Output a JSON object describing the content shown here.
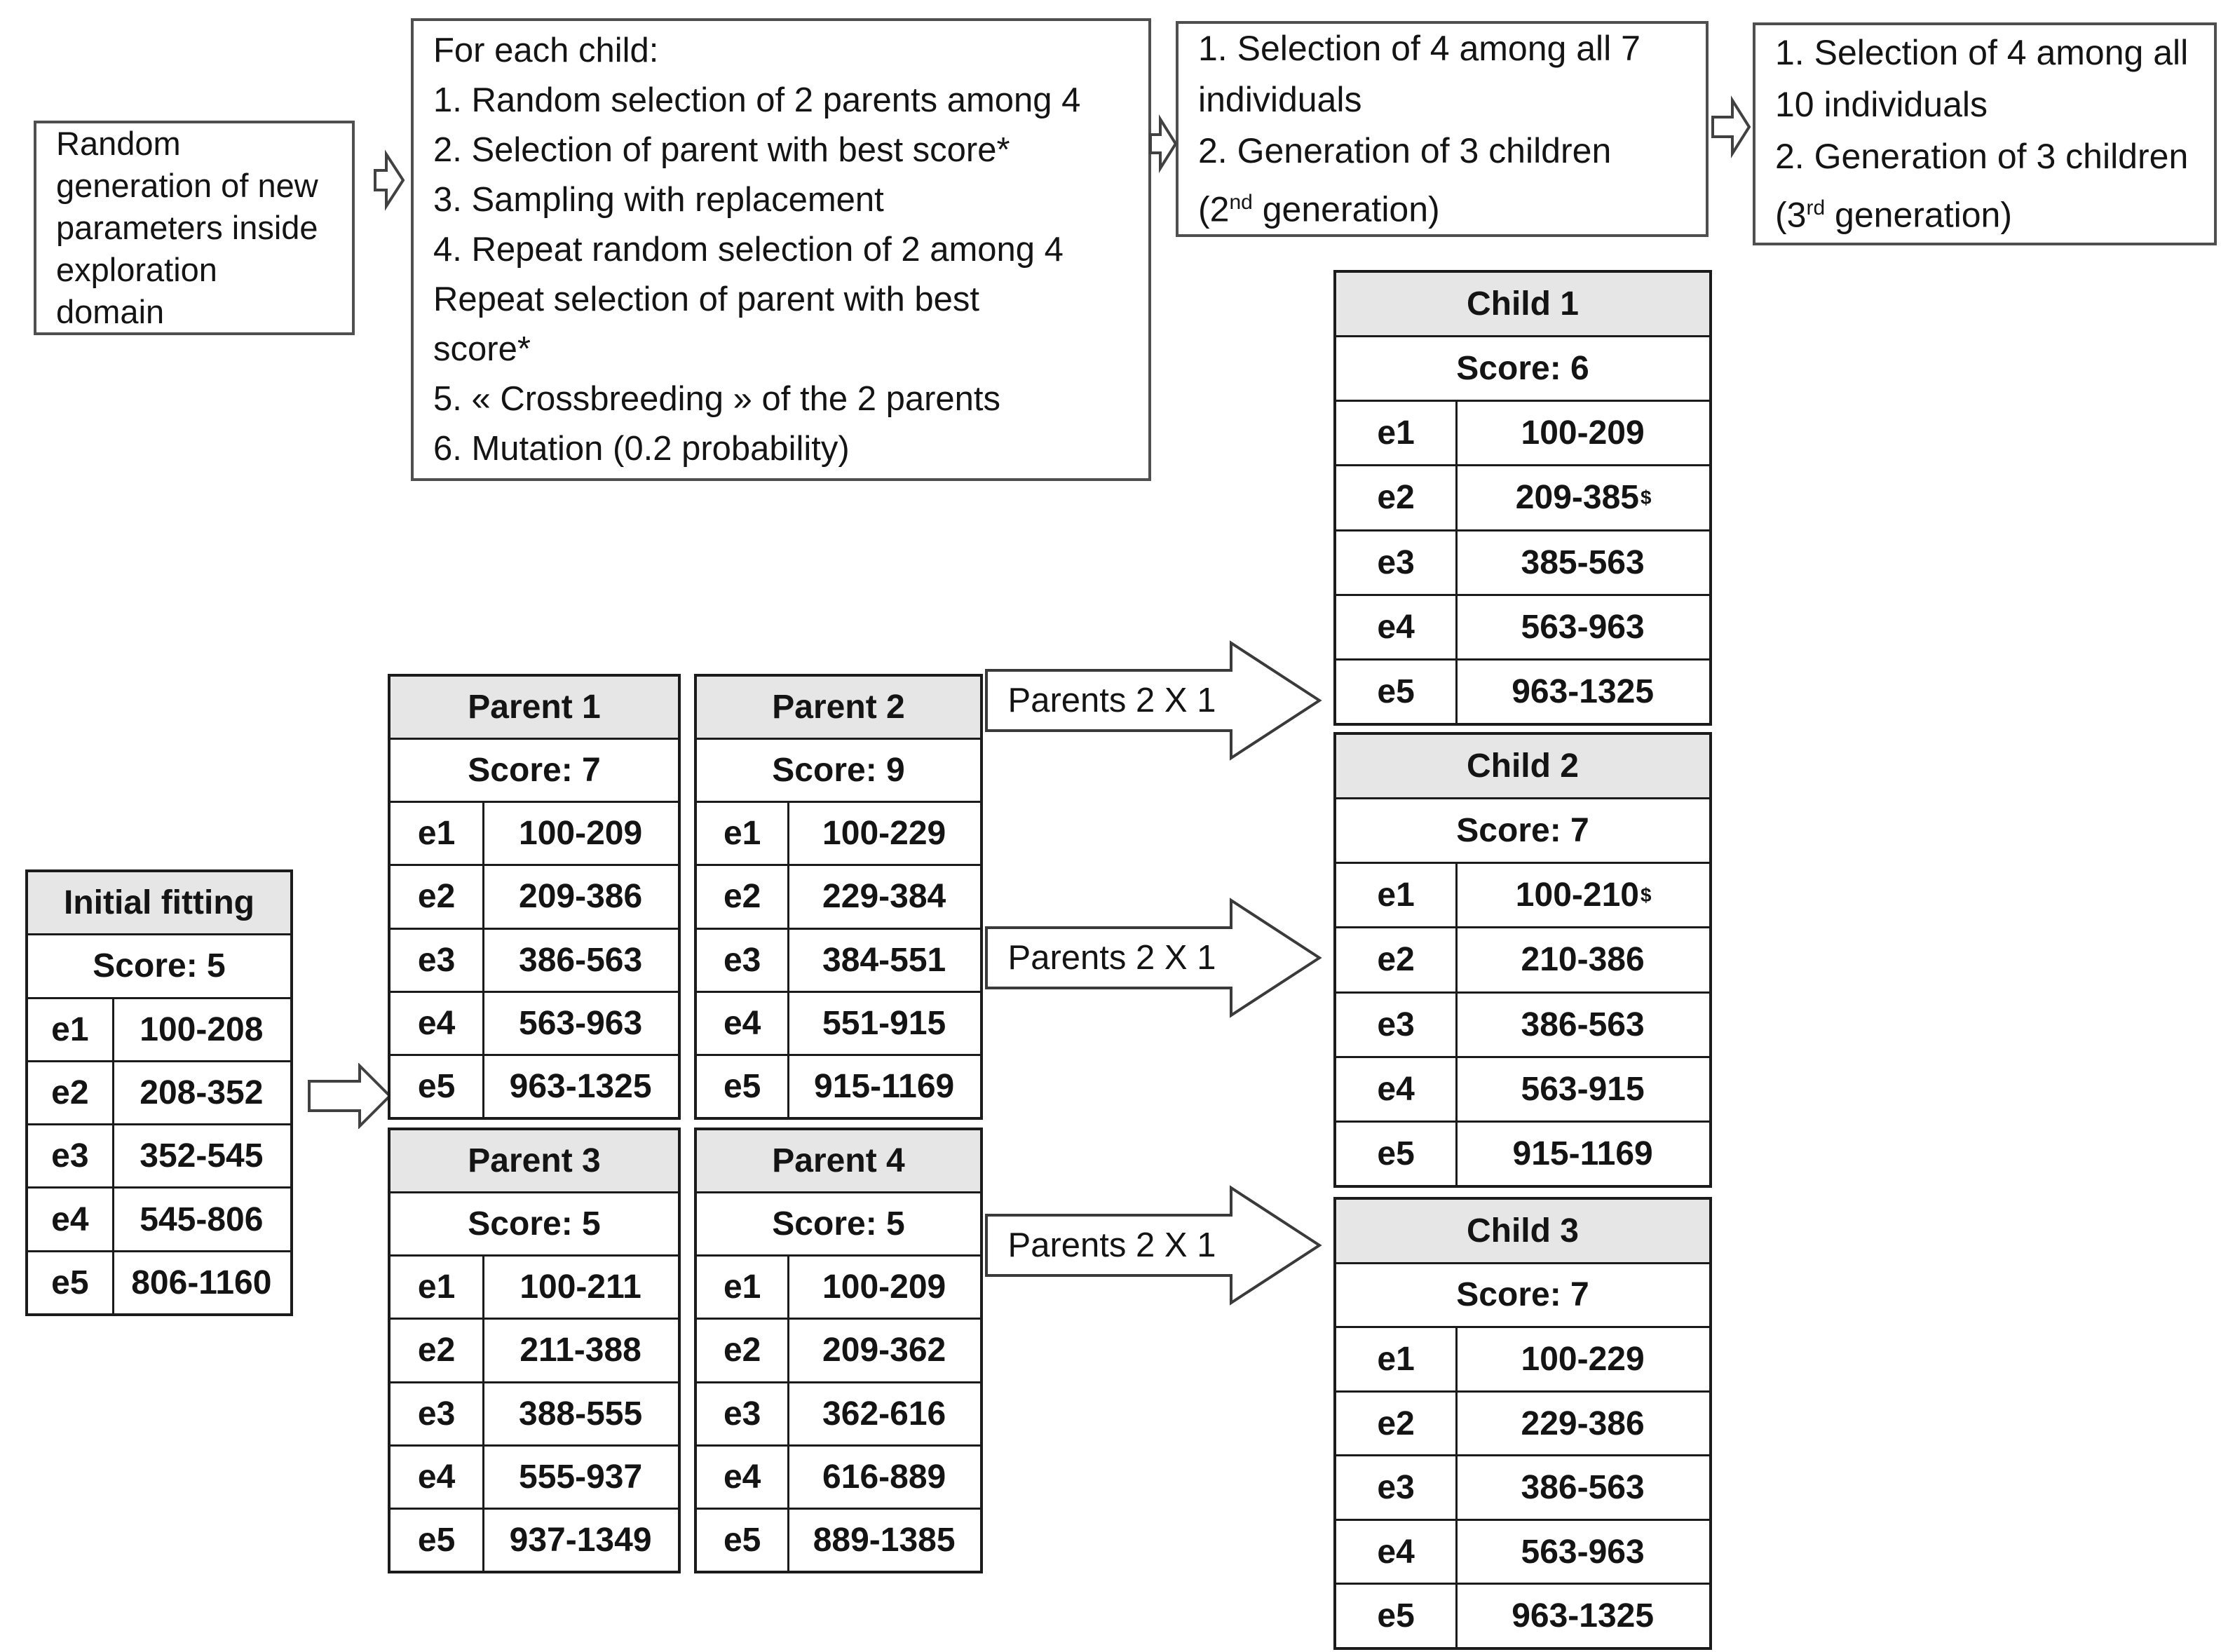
{
  "flow_boxes": {
    "box_random": {
      "lines": [
        "Random",
        "generation of new",
        "parameters inside",
        "exploration",
        "domain"
      ]
    },
    "box_foreach": {
      "lines": [
        "For each child:",
        "1. Random selection of 2 parents among 4",
        "2. Selection of parent with best score*",
        "3. Sampling with replacement",
        "4. Repeat random selection of 2 among 4",
        "Repeat selection of parent with best",
        "score*",
        "5. « Crossbreeding » of the 2 parents",
        "6. Mutation (0.2 probability)"
      ]
    },
    "box_gen2": {
      "lines": [
        "1. Selection of 4 among all 7",
        "individuals",
        "2. Generation of 3 children"
      ],
      "tail_prefix": "(2",
      "tail_sup": "nd",
      "tail_suffix": " generation)"
    },
    "box_gen3": {
      "lines": [
        "1. Selection of 4 among all",
        "10 individuals",
        "2. Generation of 3 children"
      ],
      "tail_prefix": "(3",
      "tail_sup": "rd",
      "tail_suffix": " generation)"
    }
  },
  "cross_arrows": {
    "a1": "Parents 2 X 1",
    "a2": "Parents 2 X 1",
    "a3": "Parents 2 X 1"
  },
  "tables": {
    "initial": {
      "title": "Initial fitting",
      "score": "Score: 5",
      "rows": [
        {
          "k": "e1",
          "v": "100-208"
        },
        {
          "k": "e2",
          "v": "208-352"
        },
        {
          "k": "e3",
          "v": "352-545"
        },
        {
          "k": "e4",
          "v": "545-806"
        },
        {
          "k": "e5",
          "v": "806-1160"
        }
      ]
    },
    "parent1": {
      "title": "Parent 1",
      "score": "Score: 7",
      "rows": [
        {
          "k": "e1",
          "v": "100-209"
        },
        {
          "k": "e2",
          "v": "209-386"
        },
        {
          "k": "e3",
          "v": "386-563"
        },
        {
          "k": "e4",
          "v": "563-963"
        },
        {
          "k": "e5",
          "v": "963-1325"
        }
      ]
    },
    "parent2": {
      "title": "Parent 2",
      "score": "Score: 9",
      "rows": [
        {
          "k": "e1",
          "v": "100-229"
        },
        {
          "k": "e2",
          "v": "229-384"
        },
        {
          "k": "e3",
          "v": "384-551"
        },
        {
          "k": "e4",
          "v": "551-915"
        },
        {
          "k": "e5",
          "v": "915-1169"
        }
      ]
    },
    "parent3": {
      "title": "Parent 3",
      "score": "Score: 5",
      "rows": [
        {
          "k": "e1",
          "v": "100-211"
        },
        {
          "k": "e2",
          "v": "211-388"
        },
        {
          "k": "e3",
          "v": "388-555"
        },
        {
          "k": "e4",
          "v": "555-937"
        },
        {
          "k": "e5",
          "v": "937-1349"
        }
      ]
    },
    "parent4": {
      "title": "Parent 4",
      "score": "Score: 5",
      "rows": [
        {
          "k": "e1",
          "v": "100-209"
        },
        {
          "k": "e2",
          "v": "209-362"
        },
        {
          "k": "e3",
          "v": "362-616"
        },
        {
          "k": "e4",
          "v": "616-889"
        },
        {
          "k": "e5",
          "v": "889-1385"
        }
      ]
    },
    "child1": {
      "title": "Child 1",
      "score": "Score: 6",
      "rows": [
        {
          "k": "e1",
          "v": "100-209"
        },
        {
          "k": "e2",
          "v": "209-385",
          "sup": "$"
        },
        {
          "k": "e3",
          "v": "385-563"
        },
        {
          "k": "e4",
          "v": "563-963"
        },
        {
          "k": "e5",
          "v": "963-1325"
        }
      ]
    },
    "child2": {
      "title": "Child 2",
      "score": "Score: 7",
      "rows": [
        {
          "k": "e1",
          "v": "100-210",
          "sup": "$"
        },
        {
          "k": "e2",
          "v": "210-386"
        },
        {
          "k": "e3",
          "v": "386-563"
        },
        {
          "k": "e4",
          "v": "563-915"
        },
        {
          "k": "e5",
          "v": "915-1169"
        }
      ]
    },
    "child3": {
      "title": "Child 3",
      "score": "Score: 7",
      "rows": [
        {
          "k": "e1",
          "v": "100-229"
        },
        {
          "k": "e2",
          "v": "229-386"
        },
        {
          "k": "e3",
          "v": "386-563"
        },
        {
          "k": "e4",
          "v": "563-963"
        },
        {
          "k": "e5",
          "v": "963-1325"
        }
      ]
    }
  },
  "colors": {
    "table_header_bg": "#e6e6e6",
    "table_border": "#1b1b1b",
    "box_border": "#4f4f4f",
    "arrow_stroke": "#414141",
    "text": "#141414"
  }
}
